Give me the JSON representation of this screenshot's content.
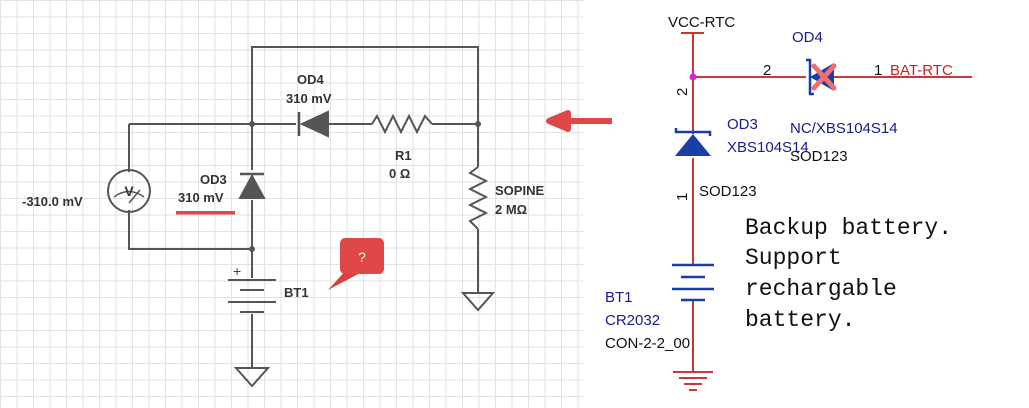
{
  "left_schematic": {
    "voltmeter": {
      "reading": "-310.0 mV",
      "symbol": "V"
    },
    "od3": {
      "name": "OD3",
      "voltage": "310 mV"
    },
    "od4": {
      "name": "OD4",
      "voltage": "310 mV"
    },
    "r1": {
      "name": "R1",
      "value": "0 Ω"
    },
    "sopine": {
      "name": "SOPINE",
      "value": "2 MΩ"
    },
    "bt1": {
      "name": "BT1",
      "plus": "+"
    },
    "callout": {
      "text": "?"
    }
  },
  "right_schematic": {
    "vcc_label": "VCC-RTC",
    "od4": {
      "name": "OD4",
      "part": "NC/XBS104S14",
      "package": "SOD123",
      "pin_left": "2",
      "pin_right": "1"
    },
    "bat_rtc_label": "BAT-RTC",
    "od3": {
      "name": "OD3",
      "part": "XBS104S14",
      "package": "SOD123",
      "pin_top": "2",
      "pin_bottom": "1"
    },
    "bt1": {
      "name": "BT1",
      "part": "CR2032",
      "footprint": "CON-2-2_00"
    },
    "note_lines": [
      "Backup battery.",
      "Support",
      "rechargable",
      "battery."
    ]
  },
  "colors": {
    "wire": "#555555",
    "pin_red": "#c83838",
    "text_blue": "#1a1a8c",
    "net_red": "#cc2020",
    "callout_red": "#e04848",
    "arrow_red": "#e04848",
    "junction_magenta": "#e020e0",
    "diode_blue": "#1a3ea8",
    "nc_cross": "#f07070"
  }
}
